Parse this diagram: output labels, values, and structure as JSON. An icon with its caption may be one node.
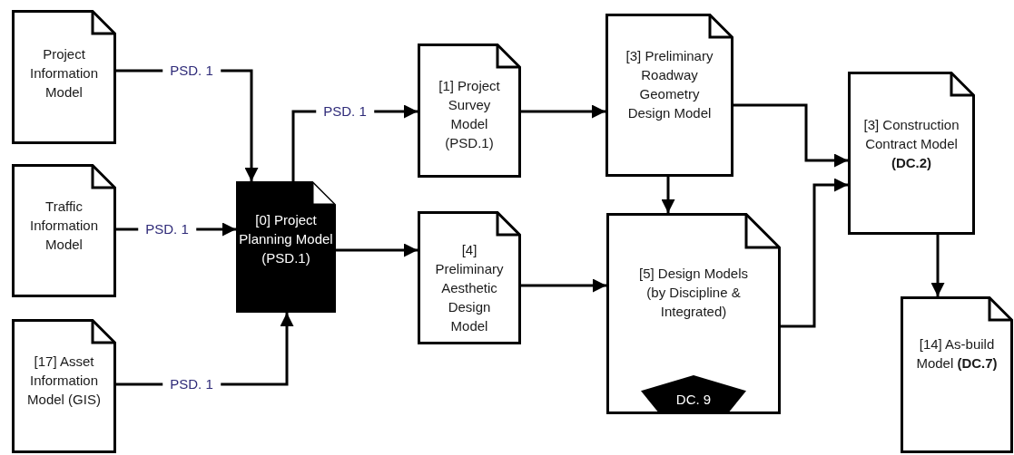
{
  "diagram": {
    "nodes": [
      {
        "text": [
          "Project Information Model"
        ]
      },
      {
        "text": [
          "Traffic Information Model"
        ]
      },
      {
        "text": [
          "[17] Asset Information Model (GIS)"
        ]
      },
      {
        "text": [
          "[0] Project Planning Model (PSD.1)"
        ]
      },
      {
        "text": [
          "[1] Project Survey Model (PSD.1)"
        ]
      },
      {
        "text": [
          "[4] Preliminary Aesthetic Design Model"
        ]
      },
      {
        "text": [
          "[3] Preliminary Roadway Geometry Design Model"
        ]
      },
      {
        "text": [
          "[5] Design Models (by Discipline & Integrated)"
        ]
      },
      {
        "text": [
          "DC. 9"
        ],
        "in": 7
      },
      {
        "text": [
          "[3] Construction Contract Model **(DC.2)**"
        ]
      },
      {
        "text": [
          "[14] As-build Model **(DC.7)**"
        ]
      }
    ],
    "edges": [
      {
        "from": 0,
        "to": 3,
        "arrow": "to",
        "label": "PSD. 1"
      },
      {
        "from": 1,
        "to": 3,
        "arrow": "to",
        "label": "PSD. 1"
      },
      {
        "from": 2,
        "to": 3,
        "arrow": "to",
        "label": "PSD. 1"
      },
      {
        "from": 3,
        "to": 4,
        "arrow": "to",
        "label": "PSD. 1"
      },
      {
        "from": 3,
        "to": 5,
        "arrow": "to"
      },
      {
        "from": 4,
        "to": 6,
        "arrow": "to"
      },
      {
        "from": 5,
        "to": 7,
        "arrow": "to"
      },
      {
        "from": 6,
        "to": 7,
        "arrow": "to"
      },
      {
        "from": 6,
        "to": 9,
        "arrow": "to"
      },
      {
        "from": 7,
        "to": 9,
        "arrow": "to"
      },
      {
        "from": 9,
        "to": 10,
        "arrow": "to"
      }
    ]
  }
}
